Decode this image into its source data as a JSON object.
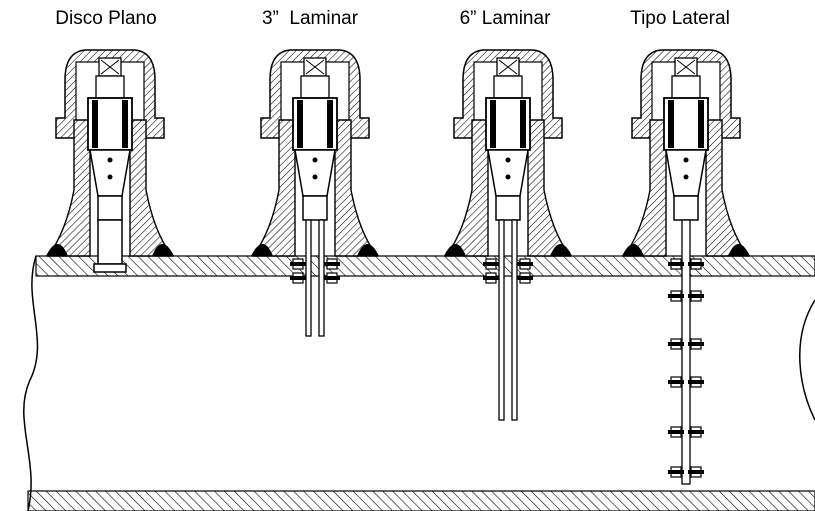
{
  "diagram": {
    "probes": [
      {
        "id": "flat-disc",
        "label": "Disco Plano",
        "element": "disc"
      },
      {
        "id": "laminar-3",
        "label": "3”  Laminar",
        "element": "strip-short"
      },
      {
        "id": "laminar-6",
        "label": "6” Laminar",
        "element": "strip-long"
      },
      {
        "id": "side-type",
        "label": "Tipo Lateral",
        "element": "side"
      }
    ]
  }
}
